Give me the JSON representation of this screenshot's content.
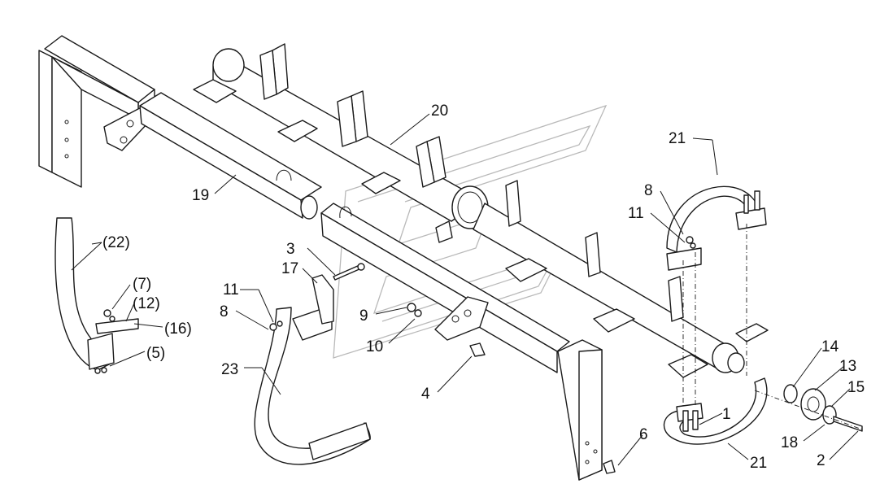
{
  "callouts": [
    {
      "id": "c20",
      "text": "20"
    },
    {
      "id": "c21a",
      "text": "21"
    },
    {
      "id": "c21b",
      "text": "21"
    },
    {
      "id": "c19",
      "text": "19"
    },
    {
      "id": "c22",
      "text": "(22)"
    },
    {
      "id": "c7",
      "text": "(7)"
    },
    {
      "id": "c12",
      "text": "(12)"
    },
    {
      "id": "c16",
      "text": "(16)"
    },
    {
      "id": "c5",
      "text": "(5)"
    },
    {
      "id": "c3",
      "text": "3"
    },
    {
      "id": "c17",
      "text": "17"
    },
    {
      "id": "c11a",
      "text": "11"
    },
    {
      "id": "c8a",
      "text": "8"
    },
    {
      "id": "c23",
      "text": "23"
    },
    {
      "id": "c9",
      "text": "9"
    },
    {
      "id": "c10",
      "text": "10"
    },
    {
      "id": "c4",
      "text": "4"
    },
    {
      "id": "c6",
      "text": "6"
    },
    {
      "id": "c8b",
      "text": "8"
    },
    {
      "id": "c11b",
      "text": "11"
    },
    {
      "id": "c14",
      "text": "14"
    },
    {
      "id": "c13",
      "text": "13"
    },
    {
      "id": "c15",
      "text": "15"
    },
    {
      "id": "c18",
      "text": "18"
    },
    {
      "id": "c2",
      "text": "2"
    },
    {
      "id": "c1",
      "text": "1"
    }
  ]
}
